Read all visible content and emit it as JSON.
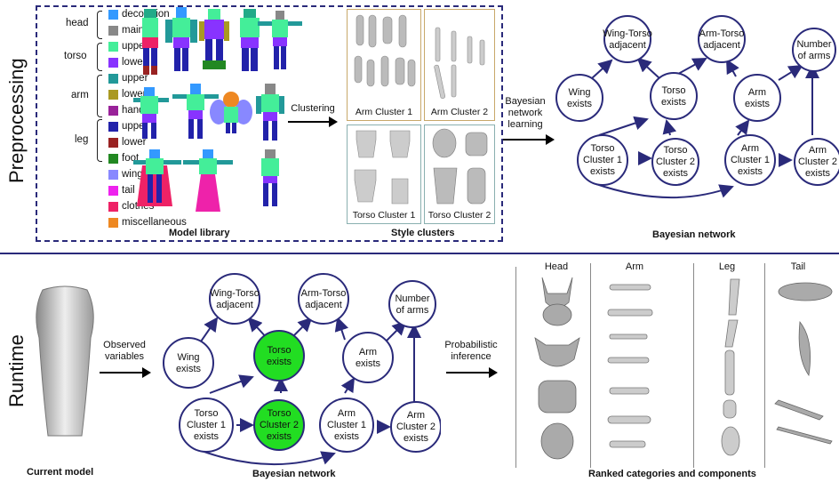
{
  "sections": {
    "preprocessing": "Preprocessing",
    "runtime": "Runtime"
  },
  "legend": {
    "groups": [
      "head",
      "torso",
      "arm",
      "leg"
    ],
    "items": [
      {
        "label": "decoration",
        "color": "#3399ff"
      },
      {
        "label": "main",
        "color": "#888888"
      },
      {
        "label": "upper",
        "color": "#44ee99"
      },
      {
        "label": "lower",
        "color": "#8833ff"
      },
      {
        "label": "upper",
        "color": "#229999"
      },
      {
        "label": "lower",
        "color": "#aa9922"
      },
      {
        "label": "hand",
        "color": "#992299"
      },
      {
        "label": "upper",
        "color": "#2222aa"
      },
      {
        "label": "lower",
        "color": "#992222"
      },
      {
        "label": "foot",
        "color": "#228822"
      },
      {
        "label": "wing",
        "color": "#8888ff"
      },
      {
        "label": "tail",
        "color": "#ee22ee"
      },
      {
        "label": "clothes",
        "color": "#ee2266"
      },
      {
        "label": "miscellaneous",
        "color": "#ee8822"
      }
    ]
  },
  "captions": {
    "model_library": "Model library",
    "style_clusters": "Style clusters",
    "bayesian_network_top": "Bayesian network",
    "current_model": "Current model",
    "bayesian_network_bottom": "Bayesian network",
    "ranked": "Ranked categories and components"
  },
  "clusters": {
    "arm1": "Arm Cluster 1",
    "arm2": "Arm Cluster 2",
    "torso1": "Torso Cluster 1",
    "torso2": "Torso Cluster 2"
  },
  "arrows": {
    "clustering": "Clustering",
    "bn_learning_1": "Bayesian",
    "bn_learning_2": "network",
    "bn_learning_3": "learning",
    "observed_1": "Observed",
    "observed_2": "variables",
    "prob_1": "Probabilistic",
    "prob_2": "inference"
  },
  "network": {
    "wing_torso": [
      "Wing-Torso",
      "adjacent"
    ],
    "arm_torso": [
      "Arm-Torso",
      "adjacent"
    ],
    "num_arms": [
      "Number",
      "of arms"
    ],
    "wing": [
      "Wing",
      "exists"
    ],
    "torso": [
      "Torso",
      "exists"
    ],
    "arm": [
      "Arm",
      "exists"
    ],
    "torso_c1": [
      "Torso",
      "Cluster 1",
      "exists"
    ],
    "torso_c2": [
      "Torso",
      "Cluster 2",
      "exists"
    ],
    "arm_c1": [
      "Arm",
      "Cluster 1",
      "exists"
    ],
    "arm_c2": [
      "Arm",
      "Cluster 2",
      "exists"
    ]
  },
  "ranked_columns": [
    "Head",
    "Arm",
    "Leg",
    "Tail"
  ],
  "colors": {
    "accent": "#2a2a7a",
    "observed_node": "#22dd22"
  }
}
